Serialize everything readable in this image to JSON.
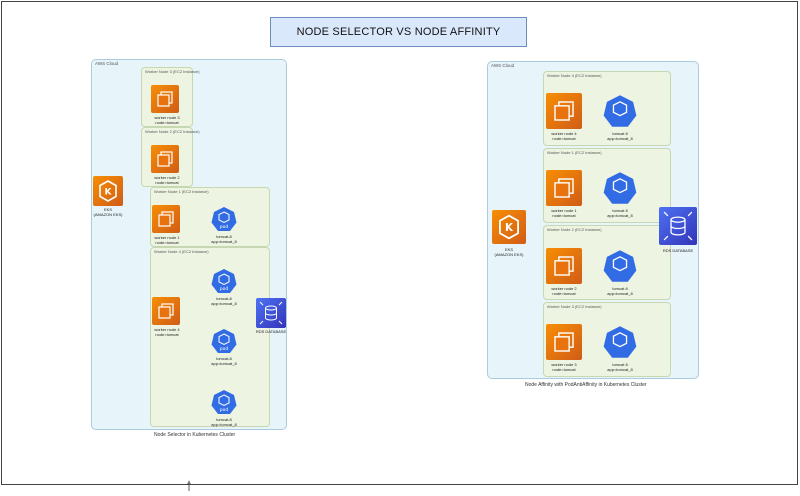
{
  "title": "NODE SELECTOR VS NODE AFFINITY",
  "left": {
    "cloud_label": "AWS Cloud",
    "caption": "Node Selector in Kubernetes Cluster",
    "eks_label": "EKS\n(AMAZON EKS)",
    "rds_label": "RDS DATABASE",
    "nodes": [
      {
        "label": "Worker Node 3 (EC2 Instance)",
        "ec2_label": "worker node 3\nnode=tomcat"
      },
      {
        "label": "Worker Node 2 (EC2 Instance)",
        "ec2_label": "worker node 2\nnode=tomcat"
      },
      {
        "label": "Worker Node 1 (EC2 Instance)",
        "ec2_label": "worker node 1\nnode=tomcat"
      },
      {
        "label": "Worker Node 4 (EC2 Instance)",
        "ec2_label": "worker node 4\nnode=tomcat"
      }
    ],
    "pods": [
      {
        "text": "pod",
        "label": "tomcat-8\napp=tomcat_8"
      },
      {
        "text": "pod",
        "label": "tomcat-8\napp=tomcat_8"
      },
      {
        "text": "pod",
        "label": "tomcat-8\napp=tomcat_8"
      },
      {
        "text": "pod",
        "label": "tomcat-8\napp=tomcat_8"
      }
    ]
  },
  "right": {
    "cloud_label": "AWS Cloud",
    "caption": "Node Affinity with PodAntiAffinity in Kubernetes Cluster",
    "eks_label": "EKS\n(AMAZON EKS)",
    "rds_label": "RDS DATABASE",
    "nodes": [
      {
        "label": "Worker Node 4 (EC2 Instance)",
        "ec2_label": "worker node 4\nnode=tomcat",
        "pod_label": "tomcat 8\napp=tomcat_8"
      },
      {
        "label": "Worker Node 1 (EC2 Instance)",
        "ec2_label": "worker node 1\nnode=tomcat",
        "pod_label": "tomcat 8\napp=tomcat_8"
      },
      {
        "label": "Worker Node 2 (EC2 Instance)",
        "ec2_label": "worker node 2\nnode=tomcat",
        "pod_label": "tomcat 8\napp=tomcat_8"
      },
      {
        "label": "Worker Node 3 (EC2 Instance)",
        "ec2_label": "worker node 3\nnode=tomcat",
        "pod_label": "tomcat 8\napp=tomcat_8"
      }
    ]
  },
  "colors": {
    "ec2": "#f78e04",
    "eks": "#f78e04",
    "rds": "#3f55e0",
    "pod": "#326ce5",
    "cloud": "#e7f4fa",
    "node": "#eef4e2",
    "title_bg": "#dae8fc"
  }
}
